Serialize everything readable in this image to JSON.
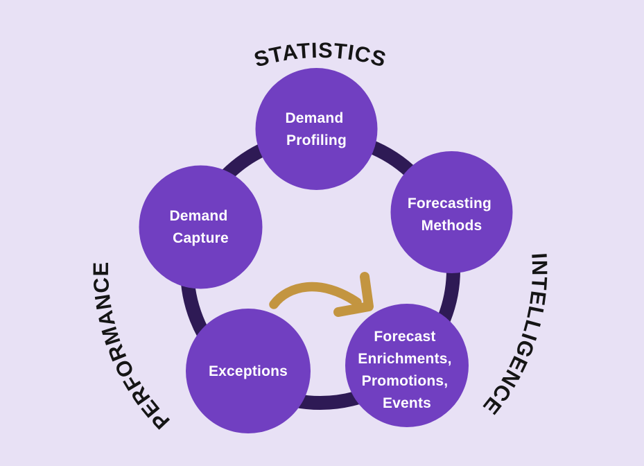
{
  "diagram": {
    "title": "demand-planning-cycle",
    "outer_labels": {
      "top": "STATISTICS",
      "right": "INTELLIGENCE",
      "left": "PERFORMANCE"
    },
    "nodes": [
      {
        "id": "demand-profiling",
        "lines": [
          "Demand",
          "Profiling"
        ]
      },
      {
        "id": "forecasting-methods",
        "lines": [
          "Forecasting",
          "Methods"
        ]
      },
      {
        "id": "forecast-enrichments-promotions-events",
        "lines": [
          "Forecast",
          "Enrichments,",
          "Promotions,",
          "Events"
        ]
      },
      {
        "id": "exceptions",
        "lines": [
          "Exceptions"
        ]
      },
      {
        "id": "demand-capture",
        "lines": [
          "Demand",
          "Capture"
        ]
      }
    ],
    "icons": {
      "arrow": "clockwise-curved-arrow"
    },
    "colors": {
      "background": "#E8E1F5",
      "node_fill": "#713FC1",
      "ring": "#2E1A55",
      "node_text": "#FFFFFF",
      "outer_label_text": "#151515",
      "arrow": "#C39540"
    }
  }
}
